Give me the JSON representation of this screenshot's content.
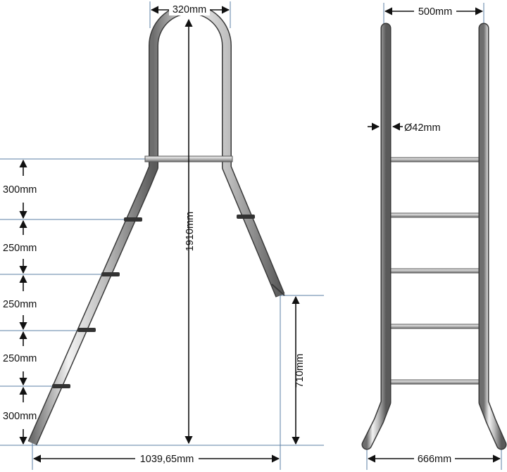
{
  "figure": {
    "type": "pool ladder technical drawing",
    "colors": {
      "background": "#ffffff",
      "tube_light": "#eeeeee",
      "tube_mid": "#b5b5b5",
      "tube_dark": "#555555",
      "tube_outline": "#3a3a3a",
      "dimension_line": "#111111",
      "extension_line": "#5b7fa6"
    }
  },
  "side_view": {
    "top_width": "320mm",
    "total_height": "1910mm",
    "base_width": "1039,65mm",
    "front_leg_height": "710mm",
    "step_spacings": [
      "300mm",
      "250mm",
      "250mm",
      "250mm",
      "300mm"
    ]
  },
  "front_view": {
    "outer_width": "500mm",
    "tube_diameter": "Ø42mm",
    "base_width": "666mm",
    "rung_count": 5
  }
}
